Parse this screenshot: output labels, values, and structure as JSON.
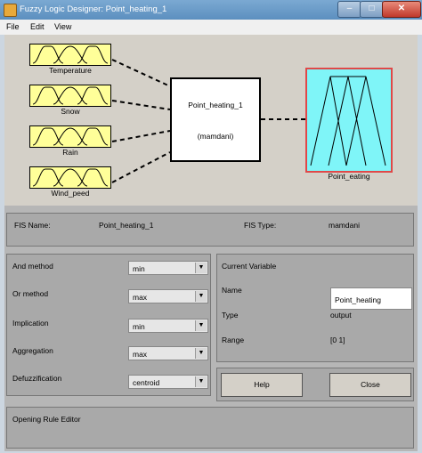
{
  "window": {
    "title": "Fuzzy Logic Designer: Point_heating_1",
    "min_glyph": "–",
    "max_glyph": "□",
    "close_glyph": "✕"
  },
  "menu": {
    "items": [
      "File",
      "Edit",
      "View"
    ]
  },
  "diagram": {
    "inputs": [
      "Temperature",
      "Snow",
      "Rain",
      "Wind_peed"
    ],
    "system_name": "Point_heating_1",
    "system_type": "(mamdani)",
    "output": "Point_eating",
    "input_mf_color": "#ffff99",
    "output_mf_color": "#7ff5f8",
    "selected_border_color": "#e04848"
  },
  "info": {
    "fis_name_label": "FIS Name:",
    "fis_name": "Point_heating_1",
    "fis_type_label": "FIS Type:",
    "fis_type": "mamdani"
  },
  "methods": [
    {
      "label": "And method",
      "value": "min"
    },
    {
      "label": "Or method",
      "value": "max"
    },
    {
      "label": "Implication",
      "value": "min"
    },
    {
      "label": "Aggregation",
      "value": "max"
    },
    {
      "label": "Defuzzification",
      "value": "centroid"
    }
  ],
  "current_variable": {
    "heading": "Current Variable",
    "name_label": "Name",
    "name_value": "Point_heating",
    "type_label": "Type",
    "type_value": "output",
    "range_label": "Range",
    "range_value": "[0 1]"
  },
  "buttons": {
    "help": "Help",
    "close": "Close"
  },
  "status": "Opening Rule Editor"
}
